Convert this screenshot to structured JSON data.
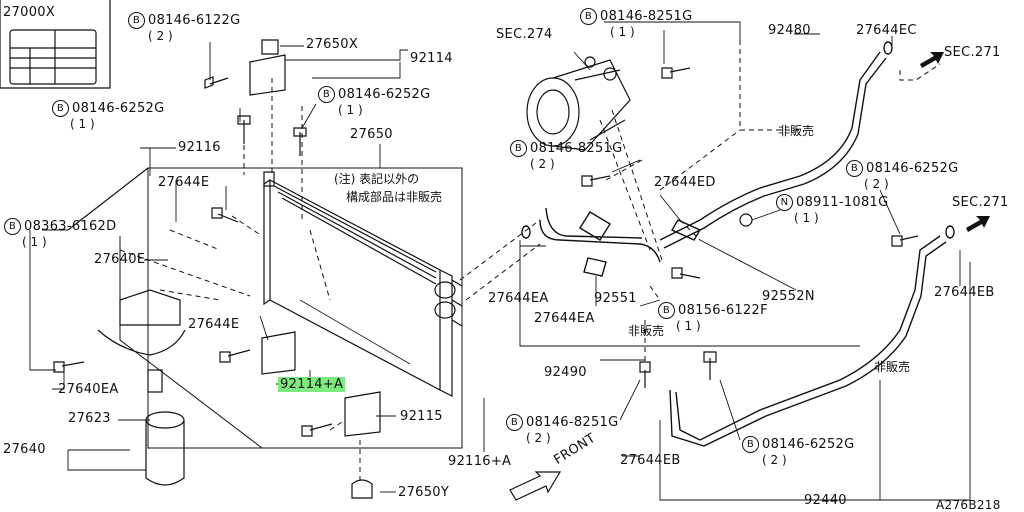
{
  "diagram_id": "A276B218",
  "inset_label": "27000X",
  "labels": {
    "p27650x": "27650X",
    "p92114": "92114",
    "p27650": "27650",
    "p92116": "92116",
    "p27644e_top": "27644E",
    "p27640e": "27640E",
    "p27644e_mid": "27644E",
    "p27640ea": "27640EA",
    "p27623": "27623",
    "p27640": "27640",
    "p92114a": "92114+A",
    "p92115": "92115",
    "p92116a": "92116+A",
    "p27650y": "27650Y",
    "sec274": "SEC.274",
    "p92480": "92480",
    "p27644ec": "27644EC",
    "sec271_top": "SEC.271",
    "p27644ed": "27644ED",
    "p27644ea_1": "27644EA",
    "p27644ea_2": "27644EA",
    "p92551": "92551",
    "p92552n": "92552N",
    "sec271_right": "SEC.271",
    "p27644eb_right": "27644EB",
    "p92490": "92490",
    "p27644eb_bottom": "27644EB",
    "p92440": "92440",
    "front": "FRONT"
  },
  "bolts": {
    "b_6122g": {
      "code": "08146-6122G",
      "qty": "( 2 )",
      "prefix": "B"
    },
    "b_6252g_left": {
      "code": "08146-6252G",
      "qty": "( 1 )",
      "prefix": "B"
    },
    "b_6252g_mid": {
      "code": "08146-6252G",
      "qty": "( 1 )",
      "prefix": "B"
    },
    "b_6162d": {
      "code": "08363-6162D",
      "qty": "( 1 )",
      "prefix": "B"
    },
    "b_8251g_top": {
      "code": "08146-8251G",
      "qty": "( 1 )",
      "prefix": "B"
    },
    "b_8251g_mid": {
      "code": "08146-8251G",
      "qty": "( 2 )",
      "prefix": "B"
    },
    "b_6252g_right": {
      "code": "08146-6252G",
      "qty": "( 2 )",
      "prefix": "B"
    },
    "n_1081g": {
      "code": "08911-1081G",
      "qty": "( 1 )",
      "prefix": "N"
    },
    "b_6122f": {
      "code": "08156-6122F",
      "qty": "( 1 )",
      "prefix": "B"
    },
    "b_8251g_bottom": {
      "code": "08146-8251G",
      "qty": "( 2 )",
      "prefix": "B"
    },
    "b_6252g_bottom": {
      "code": "08146-6252G",
      "qty": "( 2 )",
      "prefix": "B"
    }
  },
  "notes": {
    "note_line1": "(注) 表記以外の",
    "note_line2": "構成部品は非販売",
    "not_for_sale_1": "非販売",
    "not_for_sale_2": "非販売",
    "not_for_sale_3": "非販売"
  },
  "colors": {
    "highlight": "#7dea7d",
    "ink": "#111111"
  }
}
